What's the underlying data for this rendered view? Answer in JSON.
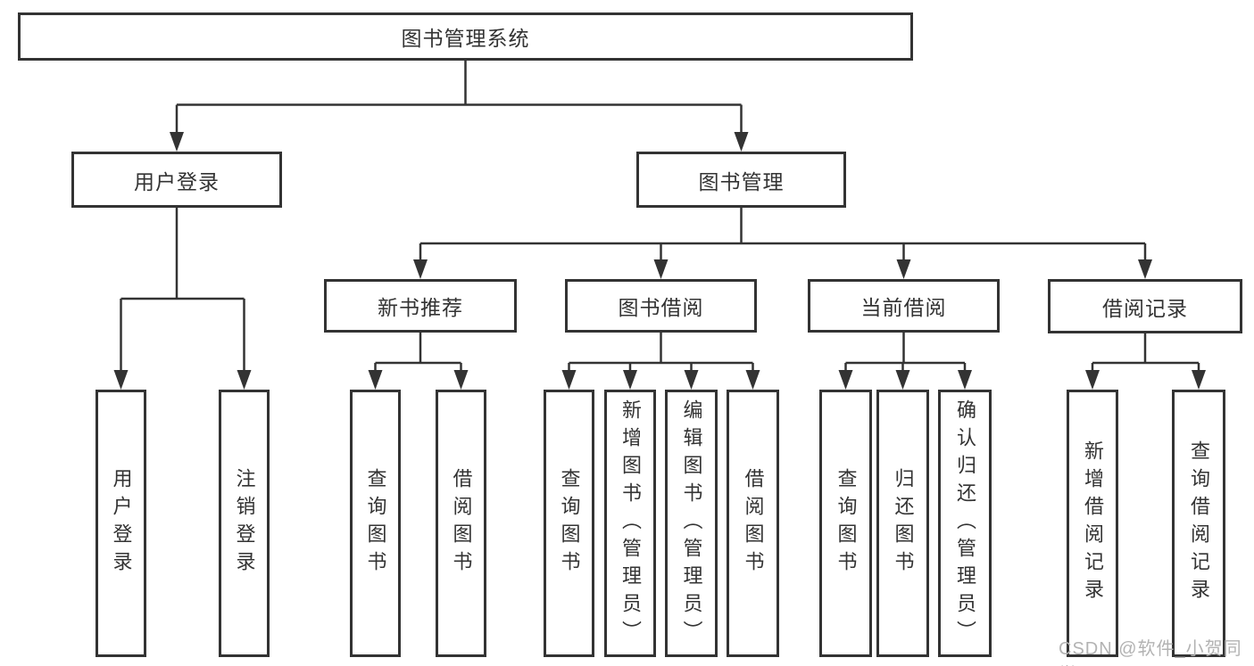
{
  "diagram": {
    "title_node": "图书管理系统",
    "nodes": {
      "root": {
        "label": "图书管理系统"
      },
      "login": {
        "label": "用户登录"
      },
      "bookMgmt": {
        "label": "图书管理"
      },
      "newBooks": {
        "label": "新书推荐"
      },
      "bookBorrow": {
        "label": "图书借阅"
      },
      "currentBorrow": {
        "label": "当前借阅"
      },
      "borrowRecords": {
        "label": "借阅记录"
      },
      "userLogin": {
        "label": "用户登录"
      },
      "logout": {
        "label": "注销登录"
      },
      "queryBooks1": {
        "label": "查询图书"
      },
      "borrowBooks1": {
        "label": "借阅图书"
      },
      "queryBooks2": {
        "label": "查询图书"
      },
      "addBooks": {
        "label": "新增图书（管理员）"
      },
      "editBooks": {
        "label": "编辑图书（管理员）"
      },
      "borrowBooks2": {
        "label": "借阅图书"
      },
      "queryBooks3": {
        "label": "查询图书"
      },
      "returnBooks": {
        "label": "归还图书"
      },
      "confirmReturn": {
        "label": "确认归还（管理员）"
      },
      "addBorrowRecord": {
        "label": "新增借阅记录"
      },
      "queryBorrowRecord": {
        "label": "查询借阅记录"
      }
    },
    "edges": [
      {
        "from": "图书管理系统",
        "to": [
          "用户登录",
          "图书管理"
        ]
      },
      {
        "from": "用户登录",
        "to": [
          "用户登录",
          "注销登录"
        ]
      },
      {
        "from": "图书管理",
        "to": [
          "新书推荐",
          "图书借阅",
          "当前借阅",
          "借阅记录"
        ]
      },
      {
        "from": "新书推荐",
        "to": [
          "查询图书",
          "借阅图书"
        ]
      },
      {
        "from": "图书借阅",
        "to": [
          "查询图书",
          "新增图书（管理员）",
          "编辑图书（管理员）",
          "借阅图书"
        ]
      },
      {
        "from": "当前借阅",
        "to": [
          "查询图书",
          "归还图书",
          "确认归还（管理员）"
        ]
      },
      {
        "from": "借阅记录",
        "to": [
          "新增借阅记录",
          "查询借阅记录"
        ]
      }
    ],
    "colors": {
      "line": "#333333",
      "box_border": "#333333",
      "text": "#333333",
      "watermark": "#b3b3b3",
      "background": "#ffffff"
    }
  },
  "watermark": {
    "text": "CSDN @软件_小贺同学"
  }
}
